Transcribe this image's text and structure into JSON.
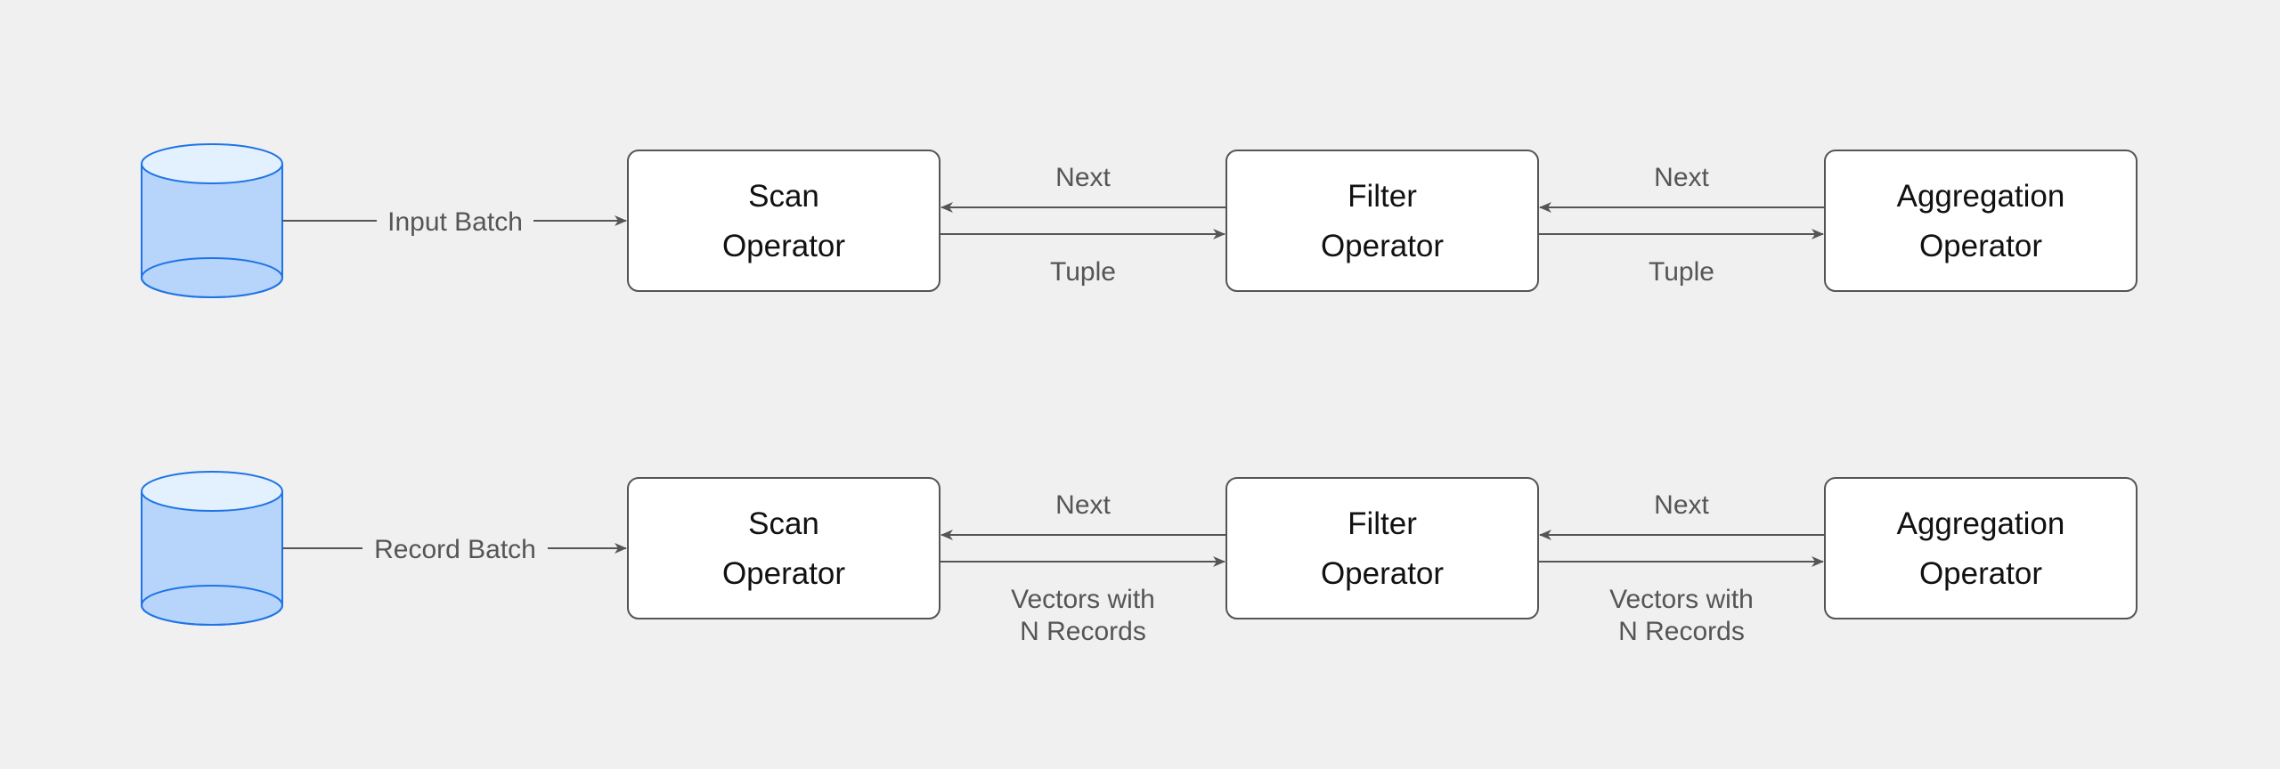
{
  "colors": {
    "background": "#f0f0f0",
    "box_fill": "#ffffff",
    "box_stroke": "#555555",
    "arrow": "#555555",
    "db_fill": "#b7d4fb",
    "db_top": "#e3f0fd",
    "db_stroke": "#1e74e6"
  },
  "icons": {
    "source": "database-cylinder-icon",
    "arrowhead": "arrowhead-icon"
  },
  "rows": [
    {
      "source_label": "Input Batch",
      "operators": [
        {
          "line1": "Scan",
          "line2": "Operator"
        },
        {
          "line1": "Filter",
          "line2": "Operator"
        },
        {
          "line1": "Aggregation",
          "line2": "Operator"
        }
      ],
      "links": [
        {
          "request": "Next",
          "response_lines": [
            "Tuple"
          ]
        },
        {
          "request": "Next",
          "response_lines": [
            "Tuple"
          ]
        }
      ]
    },
    {
      "source_label": "Record Batch",
      "operators": [
        {
          "line1": "Scan",
          "line2": "Operator"
        },
        {
          "line1": "Filter",
          "line2": "Operator"
        },
        {
          "line1": "Aggregation",
          "line2": "Operator"
        }
      ],
      "links": [
        {
          "request": "Next",
          "response_lines": [
            "Vectors with",
            "N Records"
          ]
        },
        {
          "request": "Next",
          "response_lines": [
            "Vectors with",
            "N Records"
          ]
        }
      ]
    }
  ]
}
